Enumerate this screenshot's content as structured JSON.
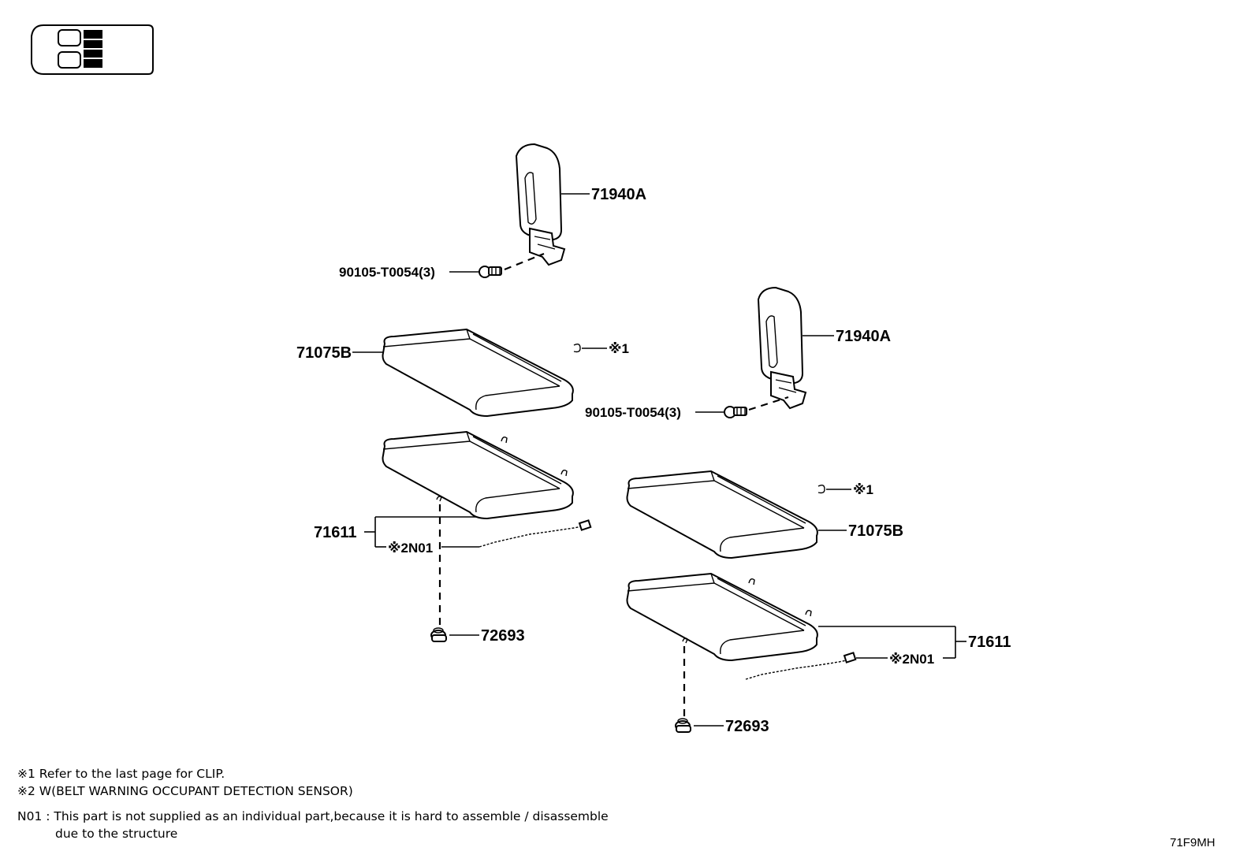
{
  "diagram": {
    "labels": {
      "headrest_upper": "71940A",
      "bolt_upper": "90105-T0054(3)",
      "cushion_cover_left": "71075B",
      "clip_ref_left": "※1",
      "headrest_right": "71940A",
      "bolt_right": "90105-T0054(3)",
      "cushion_left": "71611",
      "sensor_left": "※2N01",
      "cushion_cover_right": "71075B",
      "clip_ref_right": "※1",
      "fastener_left": "72693",
      "cushion_right": "71611",
      "sensor_right": "※2N01",
      "fastener_right": "72693"
    },
    "notes": [
      "※1  Refer to the last page for CLIP.",
      "※2 W(BELT WARNING OCCUPANT DETECTION SENSOR)",
      "N01 :  This part is not supplied as an individual part,because it is hard to assemble / disassemble",
      "due to the structure"
    ],
    "figure_code": "71F9MH"
  }
}
